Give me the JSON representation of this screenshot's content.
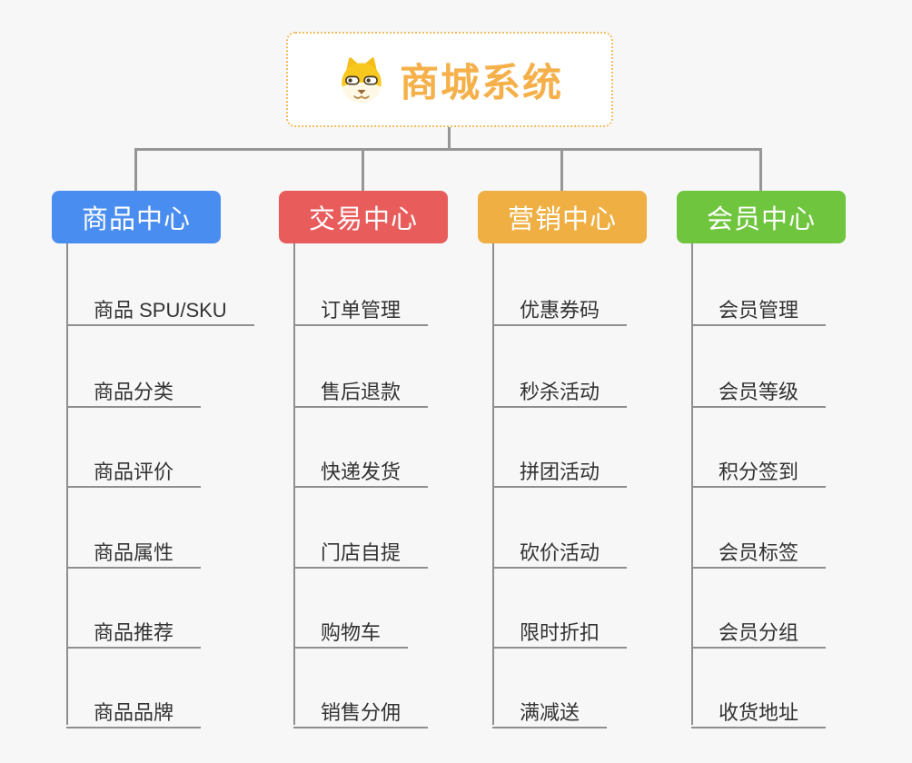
{
  "root": {
    "title": "商城系统",
    "icon": "dog-face-icon"
  },
  "branches": [
    {
      "label": "商品中心",
      "color": "#4A8DF0",
      "items": [
        "商品 SPU/SKU",
        "商品分类",
        "商品评价",
        "商品属性",
        "商品推荐",
        "商品品牌"
      ]
    },
    {
      "label": "交易中心",
      "color": "#E95C5C",
      "items": [
        "订单管理",
        "售后退款",
        "快递发货",
        "门店自提",
        "购物车",
        "销售分佣"
      ]
    },
    {
      "label": "营销中心",
      "color": "#EFAF43",
      "items": [
        "优惠券码",
        "秒杀活动",
        "拼团活动",
        "砍价活动",
        "限时折扣",
        "满减送"
      ]
    },
    {
      "label": "会员中心",
      "color": "#6FC53E",
      "items": [
        "会员管理",
        "会员等级",
        "积分签到",
        "会员标签",
        "会员分组",
        "收货地址"
      ]
    }
  ],
  "style": {
    "background": "#F7F7F7",
    "connector_color": "#969696",
    "leaf_line_color": "#8F8F8F",
    "leaf_text_color": "#333333",
    "root_text_color": "#F5B04A",
    "root_border_color": "#F2BB61"
  }
}
